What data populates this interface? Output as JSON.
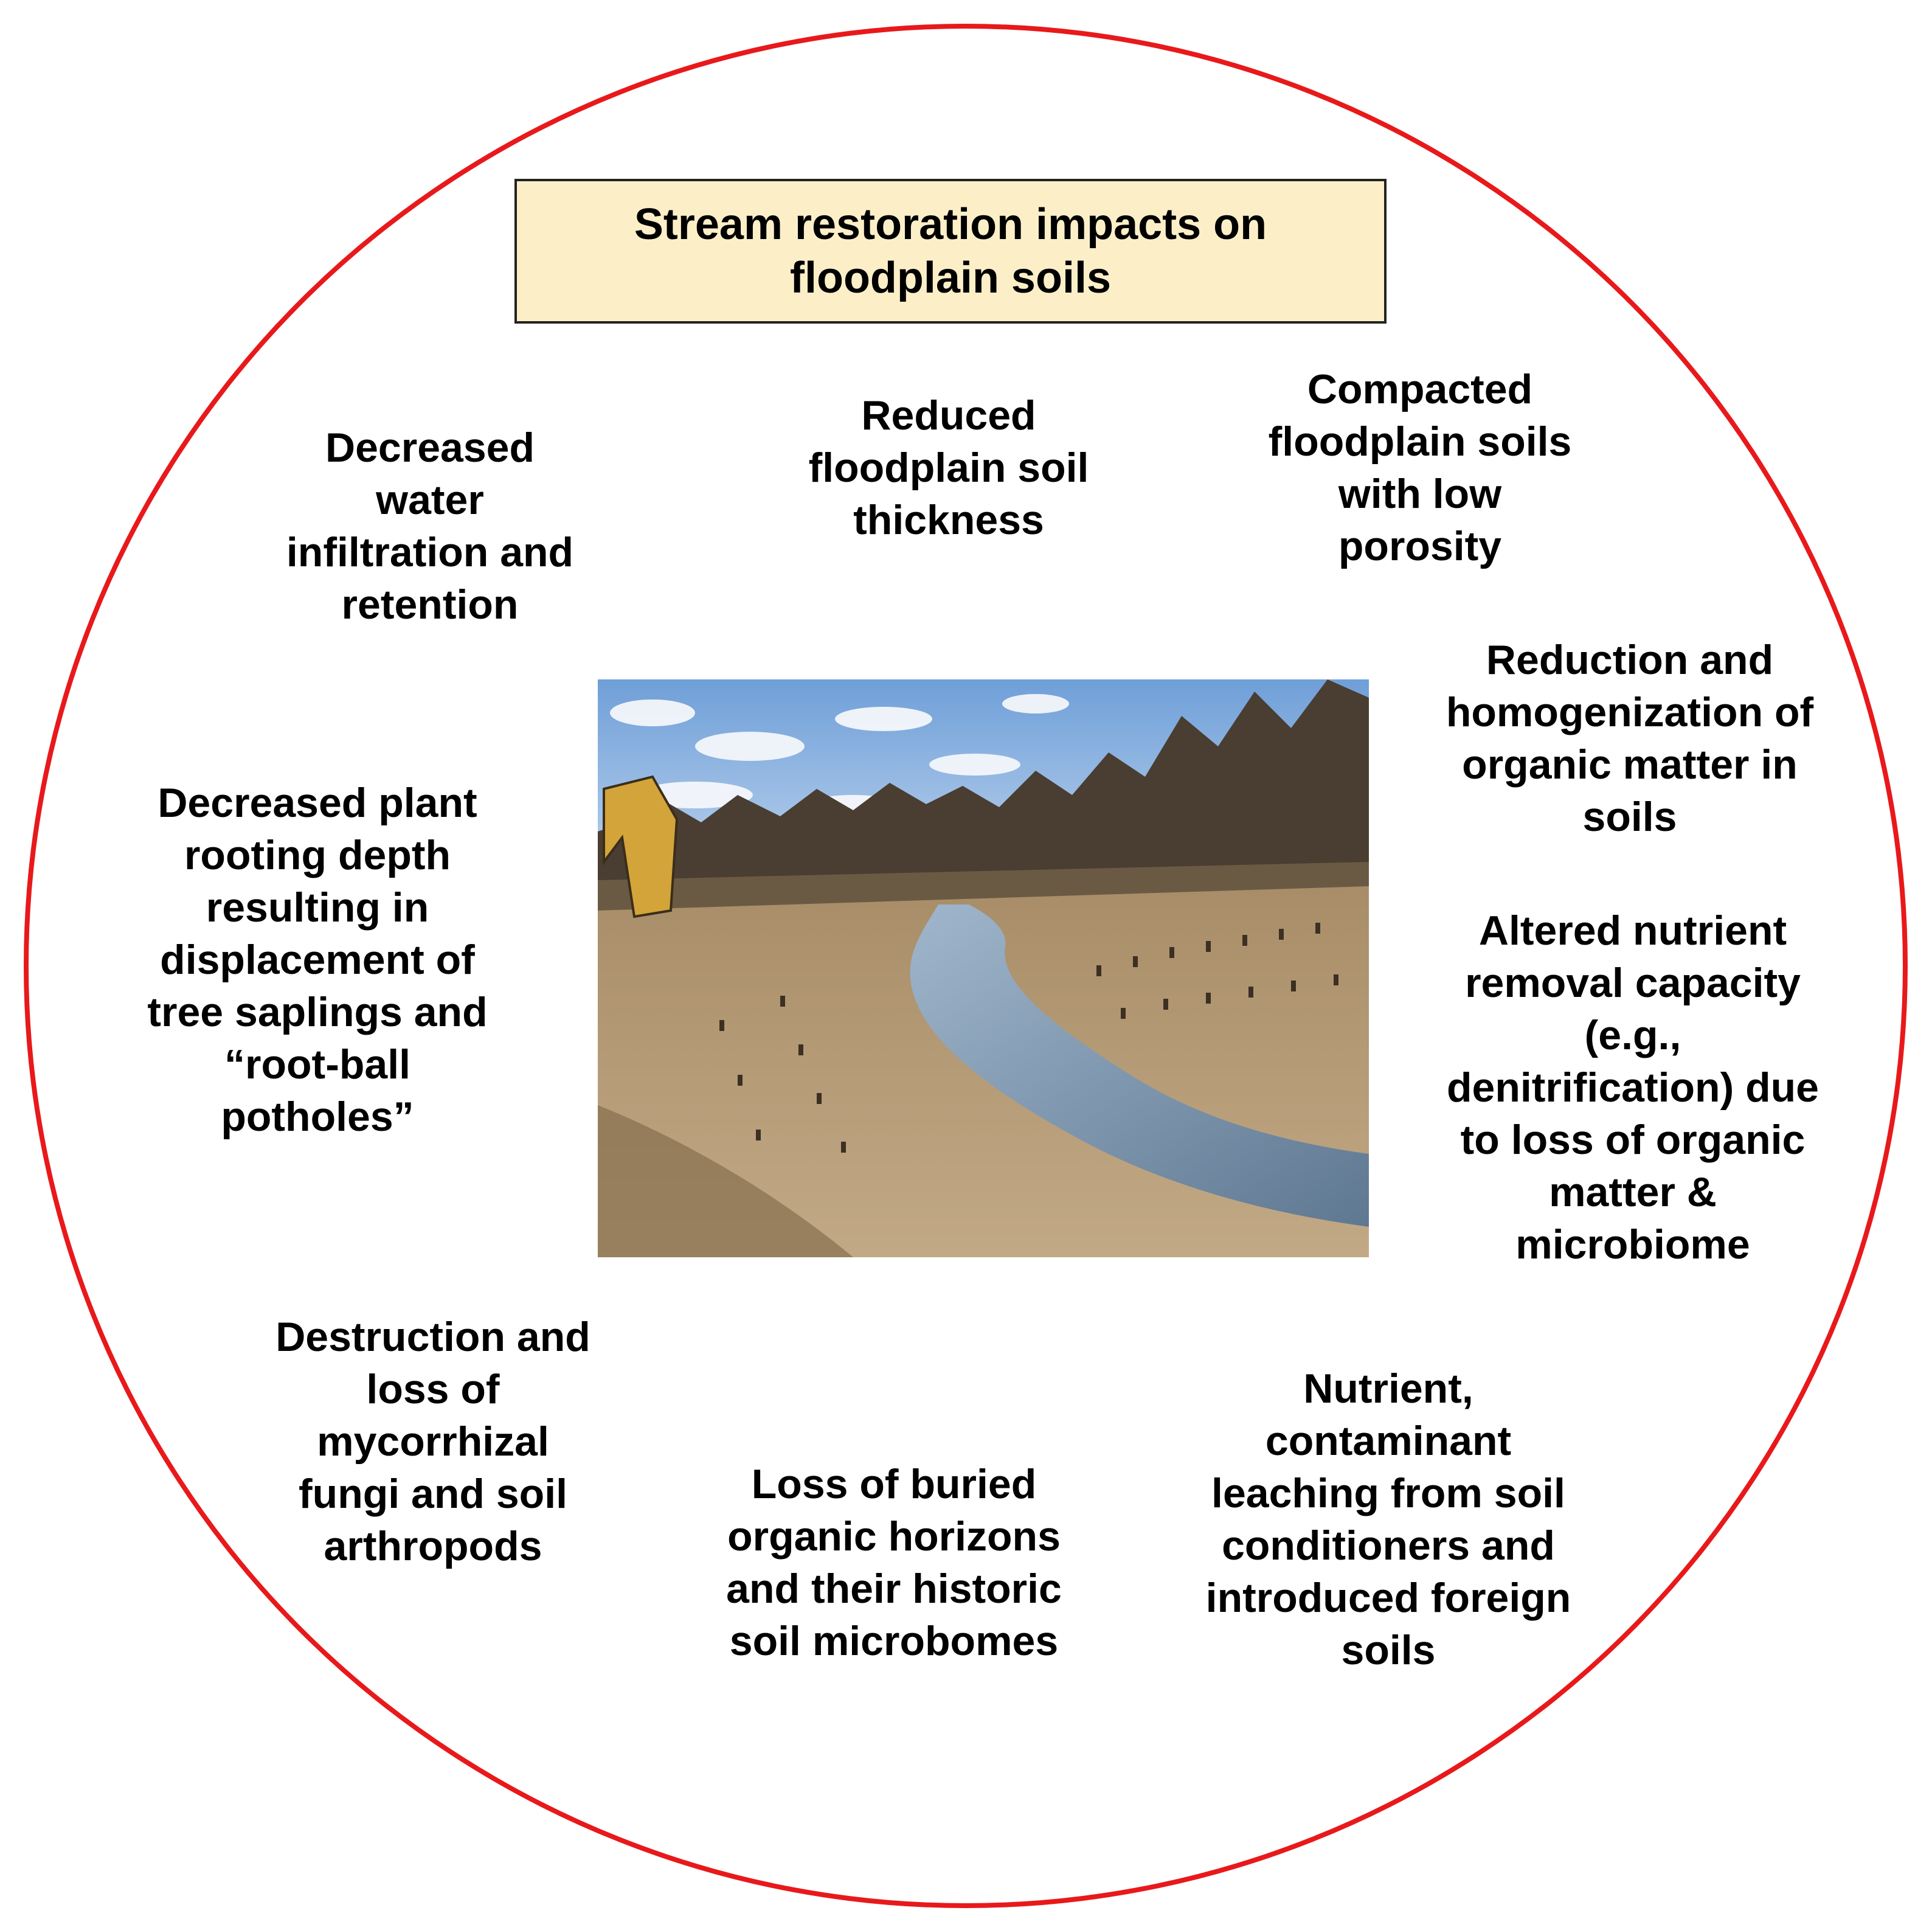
{
  "title": "Stream restoration impacts on floodplain soils",
  "colors": {
    "ring": "#e8191b",
    "title_fill": "#fcefc8",
    "title_border": "#222222",
    "sky": "#8db6e6",
    "soil": "#b79c76",
    "water": "#7f9ab4"
  },
  "impacts": {
    "water_infiltration": "Decreased water infiltration and retention",
    "soil_thickness": "Reduced floodplain soil thickness",
    "compaction": "Compacted floodplain soils with low porosity",
    "organic_matter": "Reduction and homogenization of organic matter in soils",
    "rooting_depth": "Decreased plant rooting depth resulting in displacement of tree saplings and “root-ball potholes”",
    "nutrient_removal": "Altered nutrient removal capacity (e.g., denitrification) due to loss of organic matter & microbiome",
    "fungi": "Destruction and loss of mycorrhizal fungi and soil arthropods",
    "buried_horizons": "Loss of buried organic horizons and their historic soil microbomes",
    "leaching": "Nutrient, contaminant leaching from soil conditioners and introduced foreign soils"
  }
}
